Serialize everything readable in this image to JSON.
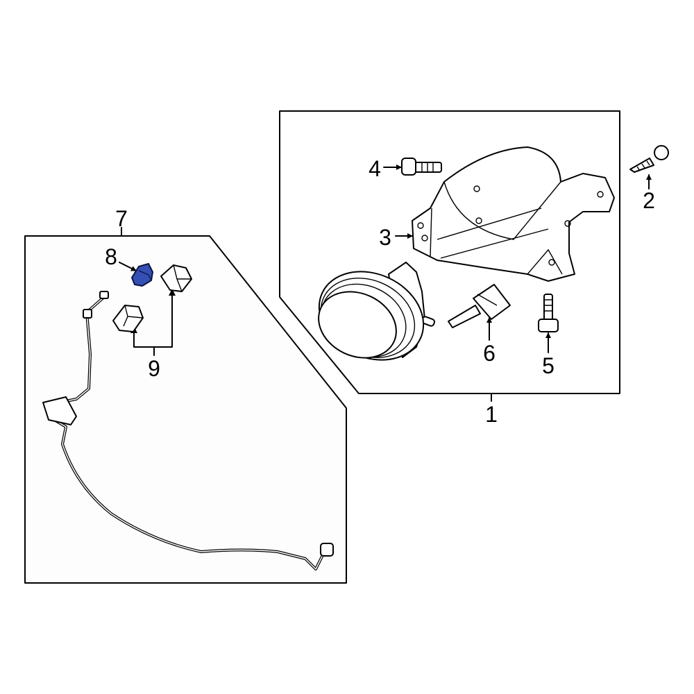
{
  "diagram": {
    "callouts": {
      "c1": "1",
      "c2": "2",
      "c3": "3",
      "c4": "4",
      "c5": "5",
      "c6": "6",
      "c7": "7",
      "c8": "8",
      "c9": "9"
    },
    "highlight_color": "#3550b4",
    "highlighted_part": "8",
    "parts": [
      {
        "callout": "1",
        "group": "fog-lamp-assembly"
      },
      {
        "callout": "2",
        "icon": "screw-icon"
      },
      {
        "callout": "3",
        "icon": "bracket-icon"
      },
      {
        "callout": "4",
        "icon": "bolt-icon"
      },
      {
        "callout": "5",
        "icon": "bolt-icon"
      },
      {
        "callout": "6",
        "icon": "bulb-icon"
      },
      {
        "callout": "7",
        "group": "wiring-harness"
      },
      {
        "callout": "8",
        "icon": "connector-icon"
      },
      {
        "callout": "9",
        "icon": "connector-icon"
      }
    ]
  }
}
